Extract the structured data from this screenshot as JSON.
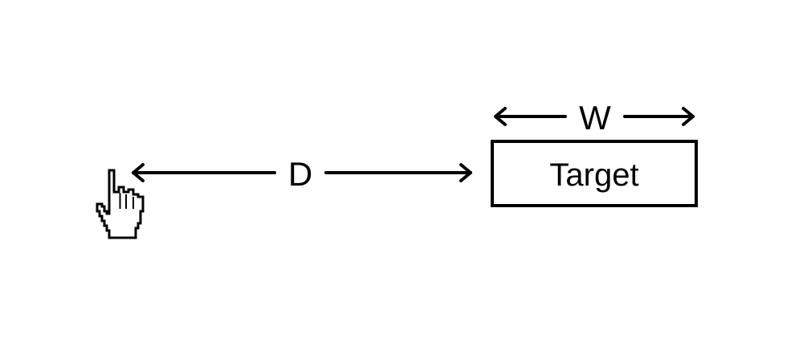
{
  "diagram": {
    "distance_label": "D",
    "width_label": "W",
    "target_label": "Target",
    "cursor_icon": "hand-pointer-icon",
    "colors": {
      "stroke": "#000000",
      "background": "#ffffff",
      "cursor_fill": "#ffffff"
    }
  }
}
